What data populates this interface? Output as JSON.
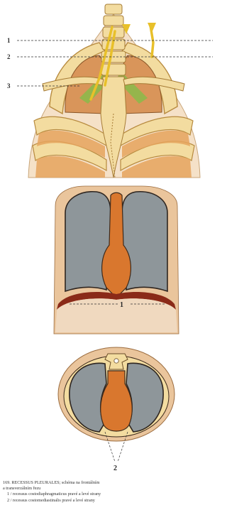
{
  "figure": {
    "top_labels": [
      "1",
      "2",
      "3"
    ],
    "frontal_label": "1",
    "transverse_label": "2"
  },
  "caption": {
    "line1": "169. RECESSUS PLEURALES; schéma na frontálním",
    "line2": "a transverzálním řezu",
    "line3": "1 / recessus costodiaphragmaticus pravé a levé strany",
    "line4": "2 / recessus costomediastinalis pravé a levé strany"
  },
  "colors": {
    "bone": "#f3dca0",
    "bone_edge": "#b78a3e",
    "lung_top": "#d9955a",
    "lung_grey": "#8e969a",
    "mediastinum": "#d9772e",
    "pleura_edge": "#3d2a1c",
    "wall": "#eac59c",
    "diaphragm": "#8a2a18",
    "nerve": "#f2d232",
    "green": "#8db84a"
  }
}
